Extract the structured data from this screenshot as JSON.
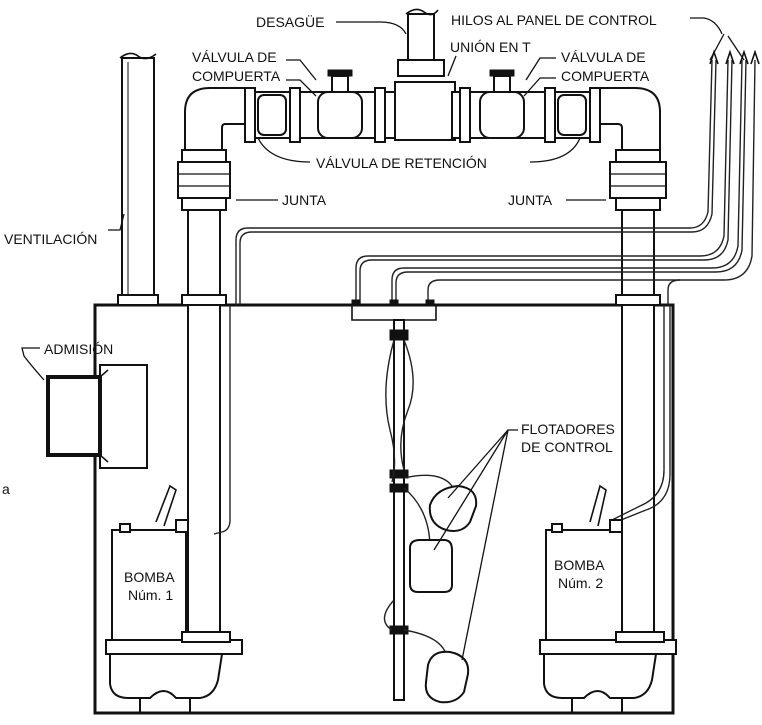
{
  "labels": {
    "drain": "DESAGÜE",
    "wires_to_panel": "HILOS AL PANEL DE CONTROL",
    "gate_valve_left_l1": "VÁLVULA DE",
    "gate_valve_left_l2": "COMPUERTA",
    "tee_union": "UNIÓN EN T",
    "gate_valve_right_l1": "VÁLVULA DE",
    "gate_valve_right_l2": "COMPUERTA",
    "check_valve": "VÁLVULA DE RETENCIÓN",
    "joint_left": "JUNTA",
    "joint_right": "JUNTA",
    "vent": "VENTILACIÓN",
    "intake": "ADMISIÓN",
    "floats_l1": "FLOTADORES",
    "floats_l2": "DE CONTROL",
    "pump1_l1": "BOMBA",
    "pump1_l2": "Núm. 1",
    "pump2_l1": "BOMBA",
    "pump2_l2": "Núm. 2",
    "stray_letter": "a"
  }
}
